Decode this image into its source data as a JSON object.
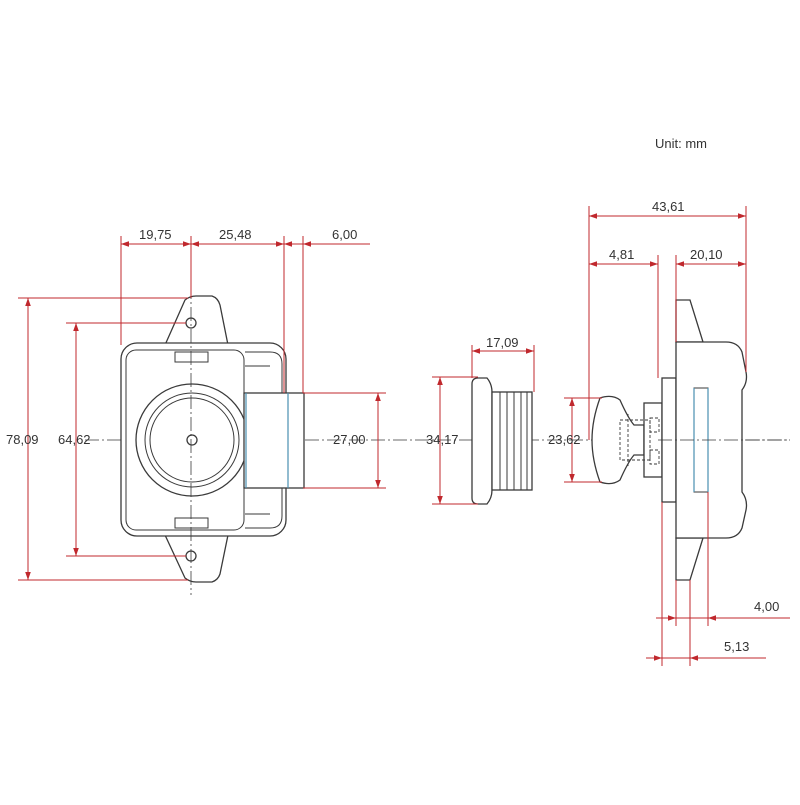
{
  "unit_label": "Unit: mm",
  "colors": {
    "dimension": "#c0282d",
    "outline": "#3a3a3a",
    "accent": "#4a8fb0"
  },
  "dimensions": {
    "d_19_75": "19,75",
    "d_25_48": "25,48",
    "d_6_00": "6,00",
    "d_78_09": "78,09",
    "d_64_62": "64,62",
    "d_27_00": "27,00",
    "d_17_09": "17,09",
    "d_34_17": "34,17",
    "d_23_62": "23,62",
    "d_43_61": "43,61",
    "d_4_81": "4,81",
    "d_20_10": "20,10",
    "d_4_00": "4,00",
    "d_5_13": "5,13"
  }
}
